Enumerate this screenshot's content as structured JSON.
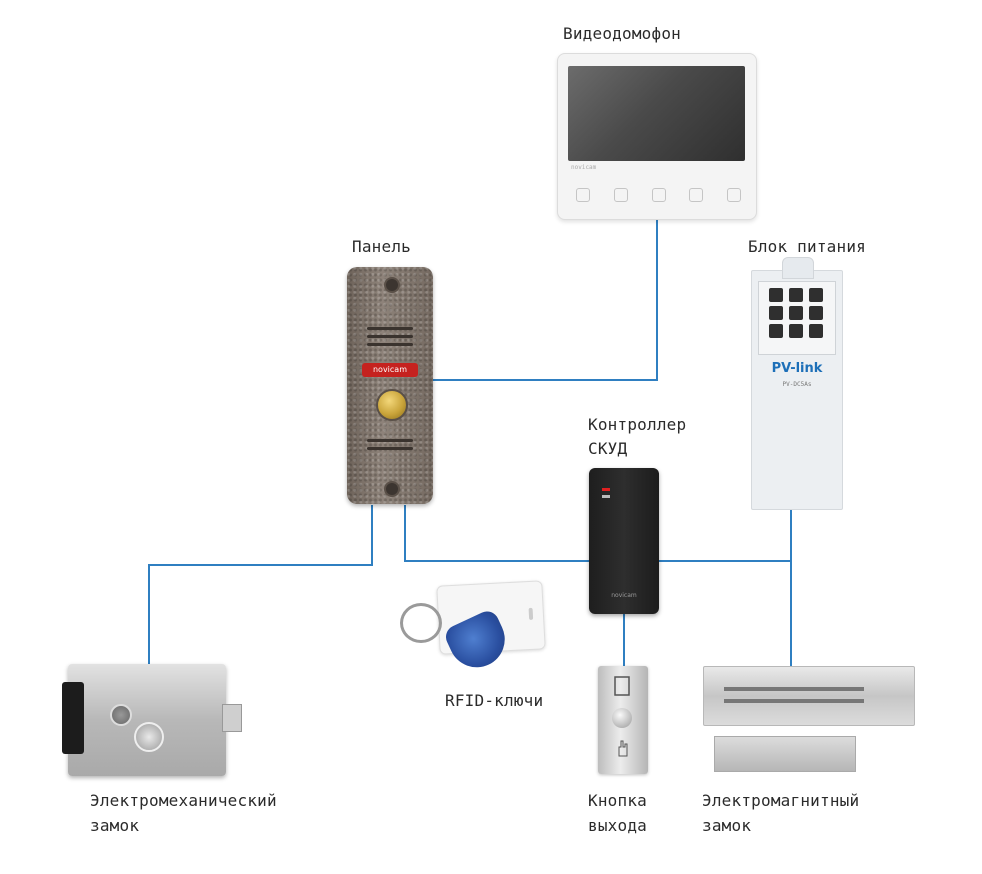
{
  "labels": {
    "intercom": "Видеодомофон",
    "panel": "Панель",
    "psu": "Блок питания",
    "controller_l1": "Контроллер",
    "controller_l2": "СКУД",
    "rfid": "RFID-ключи",
    "em_lock_l1": "Электромеханический",
    "em_lock_l2": "замок",
    "exit_l1": "Кнопка",
    "exit_l2": "выхода",
    "mag_lock_l1": "Электромагнитный",
    "mag_lock_l2": "замок"
  },
  "device_text": {
    "monitor_brand": "novicam",
    "panel_brand": "novicam",
    "psu_brand": "PV-link",
    "psu_model": "PV-DC5As",
    "controller_brand": "novicam"
  },
  "colors": {
    "wire": "#2f7fc1",
    "text": "#2b2b2b"
  }
}
